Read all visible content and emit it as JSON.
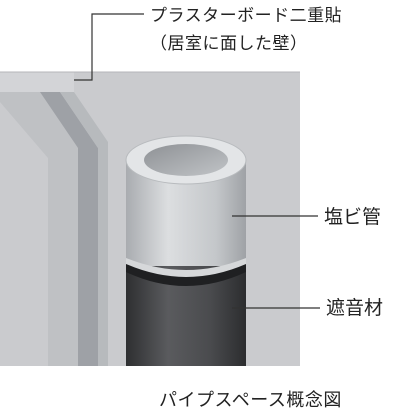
{
  "labels": {
    "board": "プラスターボード二重貼",
    "board_note": "（居室に面した壁）",
    "pipe": "塩ビ管",
    "insulation": "遮音材"
  },
  "caption": "パイプスペース概念図",
  "colors": {
    "wall_face": "#c8c9cc",
    "wall_edge": "#8f9297",
    "pvc_pipe": "#c9cccf",
    "insulation": "#4a4b4e",
    "leader_line": "#333333"
  }
}
